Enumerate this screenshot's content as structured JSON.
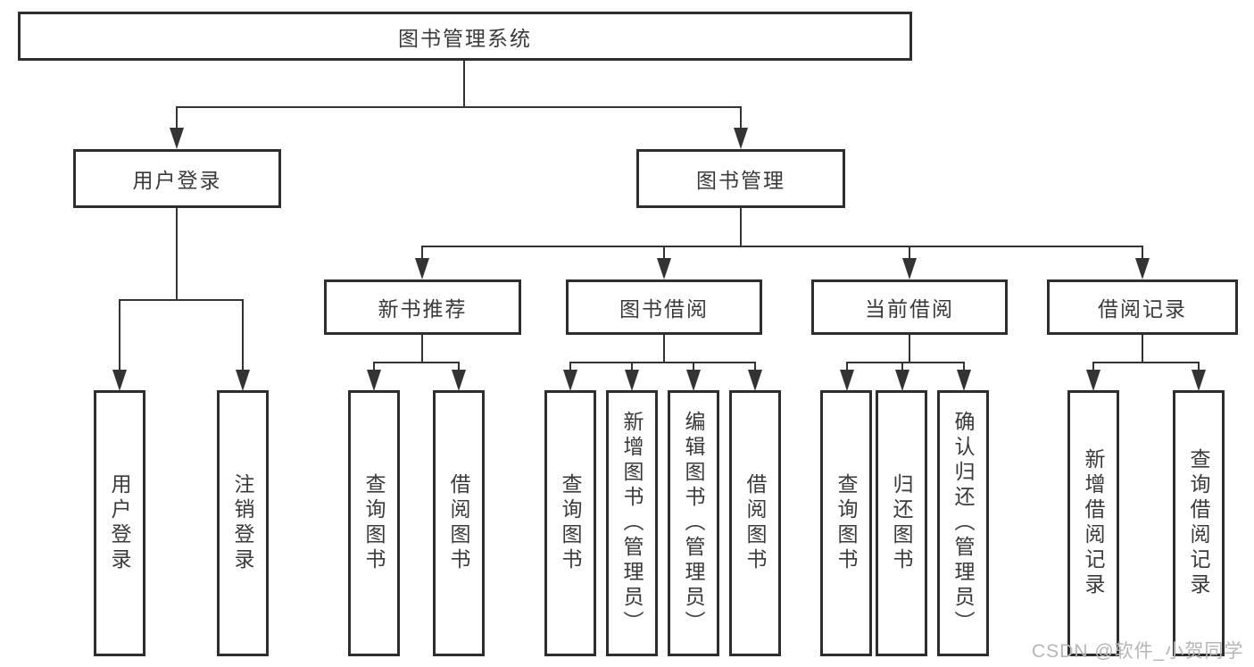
{
  "diagram": {
    "title": "图书管理系统",
    "nodes": {
      "root": "图书管理系统",
      "user_login": "用户登录",
      "book_management": "图书管理",
      "new_book_recommend": "新书推荐",
      "book_borrowing": "图书借阅",
      "current_borrowing": "当前借阅",
      "borrowing_records": "借阅记录",
      "user_login_leaf": "用户登录",
      "logout_leaf": "注销登录",
      "recommend_query_books": "查询图书",
      "recommend_borrow_books": "借阅图书",
      "borrowing_query_books": "查询图书",
      "borrowing_add_books_admin": "新增图书（管理员）",
      "borrowing_edit_books_admin": "编辑图书（管理员）",
      "borrowing_borrow_books": "借阅图书",
      "current_query_books": "查询图书",
      "current_return_books": "归还图书",
      "current_confirm_return_admin": "确认归还（管理员）",
      "records_add_record": "新增借阅记录",
      "records_query_record": "查询借阅记录"
    },
    "colors": {
      "line": "#333333",
      "border": "#2e2e2e",
      "text": "#3a3a3a",
      "watermark": "#b6b6b6"
    }
  },
  "watermark": "CSDN @软件_小贺同学"
}
